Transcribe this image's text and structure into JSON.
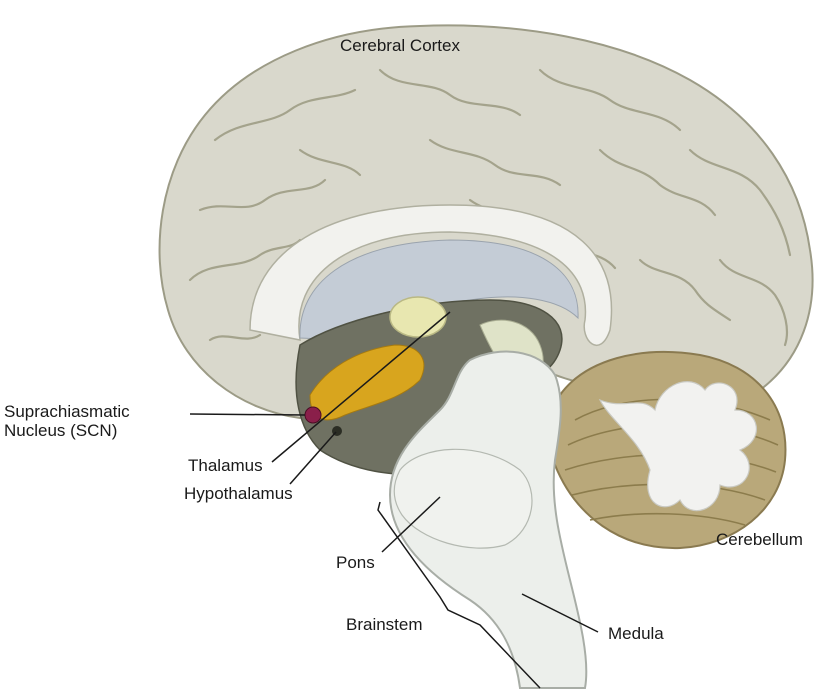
{
  "diagram": {
    "labels": {
      "cerebral_cortex": "Cerebral Cortex",
      "scn": "Suprachiasmatic\nNucleus (SCN)",
      "thalamus": "Thalamus",
      "hypothalamus": "Hypothalamus",
      "pons": "Pons",
      "brainstem": "Brainstem",
      "medula": "Medula",
      "cerebellum": "Cerebellum"
    },
    "colors": {
      "cortex": "#d9d8cc",
      "cortex_outline": "#9c9b86",
      "inner_tissue": "#6f7162",
      "ventricle": "#c4ccd6",
      "corpus_callosum": "#f2f2ee",
      "brainstem": "#ecefeb",
      "cerebellum": "#b9a87a",
      "cerebellum_white": "#f2f2f0",
      "thalamus": "#e8e7b0",
      "hypothalamus_yellow": "#d8a51e",
      "scn_dot": "#8a1f4a"
    }
  }
}
